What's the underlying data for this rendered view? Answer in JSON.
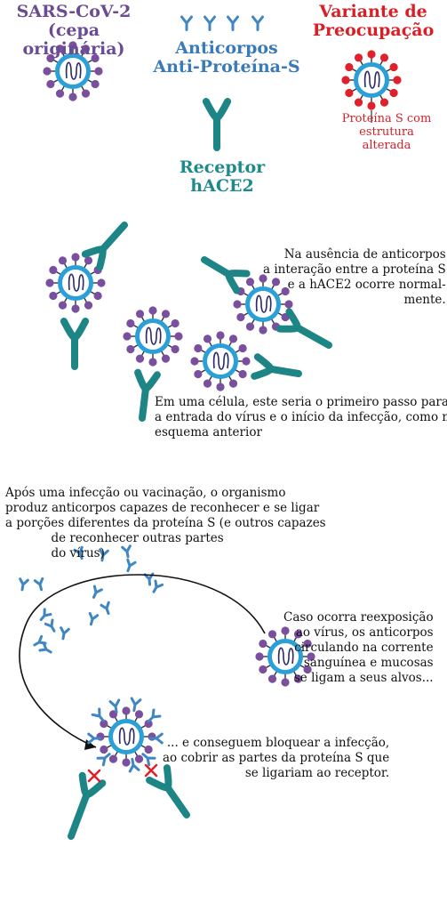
{
  "labels": {
    "original_strain": "SARS-CoV-2\n(cepa originária)",
    "variant": "Variante de\nPreocupação",
    "antibodies": "Anticorpos\nAnti-Proteína-S",
    "receptor": "Receptor\nhACE2",
    "altered_spike": "Proteína S\ncom estrutura\nalterada"
  },
  "notes": {
    "no_antibodies": "Na ausência de anticorpos\na interação entre a proteína S\ne a hACE2 ocorre normal-\nmente.",
    "cell_entry": "Em uma célula, este seria o primeiro passo para\na entrada do vírus e o início da infecção, como no\nesquema anterior",
    "antibody_production": "Após uma infecção ou vacinação, o organismo\nproduz anticorpos capazes de reconhecer e se ligar\na porções diferentes da proteína S (e outros capazes\n            de reconhecer outras partes\n            do vírus)",
    "reexposure": "Caso ocorra reexposição\nao vírus, os anticorpos\ncirculando na corrente\nsanguínea e mucosas\nse ligam a seus alvos...",
    "blocking": "... e conseguem bloquear a infecção,\nao cobrir as partes da proteína S que\nse ligariam ao receptor."
  },
  "colors": {
    "spike_original": "#7a4f9e",
    "spike_variant": "#e0212b",
    "virus_ring": "#2a9fd8",
    "virus_fill": "#ffffff",
    "rna": "#2b2b6b",
    "receptor": "#1d8585",
    "antibody": "#3f86c2",
    "block_mark": "#e0212b"
  }
}
